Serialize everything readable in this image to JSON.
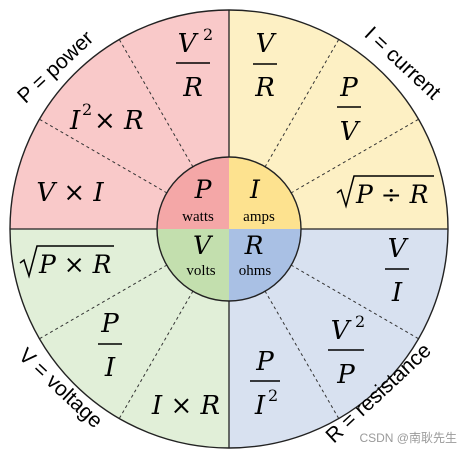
{
  "colors": {
    "power": "#f9c9c9",
    "current": "#fdf0c4",
    "voltage": "#e1efd8",
    "resistance": "#d8e1f0",
    "core_power": "#f4a7a7",
    "core_current": "#fde28f",
    "core_voltage": "#c3dfae",
    "core_resistance": "#a9c0e4"
  },
  "rim_labels": {
    "power": "P = power",
    "current": "I = current",
    "voltage": "V = voltage",
    "resistance": "R = resistance"
  },
  "core": {
    "power": {
      "symbol": "P",
      "unit": "watts"
    },
    "current": {
      "symbol": "I",
      "unit": "amps"
    },
    "voltage": {
      "symbol": "V",
      "unit": "volts"
    },
    "resistance": {
      "symbol": "R",
      "unit": "ohms"
    }
  },
  "formulas": {
    "power": {
      "v2_over_r": {
        "num": "V",
        "sup": "2",
        "den": "R"
      },
      "i2_times_r": {
        "base": "I",
        "sup": "2",
        "rest": " × R"
      },
      "v_times_i": "V × I"
    },
    "current": {
      "v_over_r": {
        "num": "V",
        "den": "R"
      },
      "p_over_v": {
        "num": "P",
        "den": "V"
      },
      "sqrt_p_div_r": "P ÷ R"
    },
    "voltage": {
      "sqrt_p_times_r": "P × R",
      "p_over_i": {
        "num": "P",
        "den": "I"
      },
      "i_times_r": "I × R"
    },
    "resistance": {
      "v_over_i": {
        "num": "V",
        "den": "I"
      },
      "v2_over_p": {
        "num": "V",
        "sup": "2",
        "den": "P"
      },
      "p_over_i2": {
        "num": "P",
        "den": "I",
        "sup": "2"
      }
    }
  },
  "watermark": "CSDN @南耿先生"
}
